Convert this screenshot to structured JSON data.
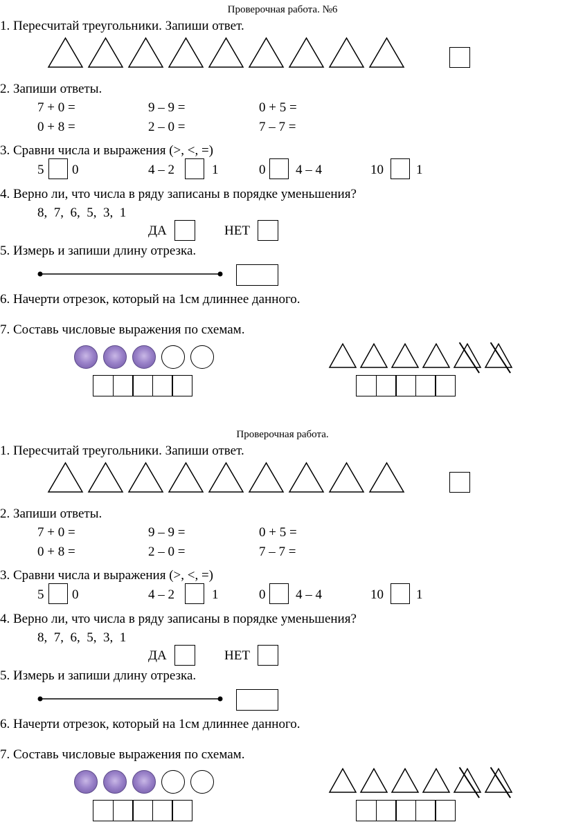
{
  "worksheets": [
    {
      "title": "Проверочная работа. №6",
      "q1": "1. Пересчитай треугольники. Запиши ответ.",
      "q2": "2. Запиши ответы.",
      "q2_items": [
        "7 + 0 =",
        "9 – 9 =",
        "0 + 5 =",
        "0 + 8 =",
        "2 – 0 =",
        "7 – 7 ="
      ],
      "q3": "3. Сравни числа и выражения (>, <, =)",
      "q3_items": [
        {
          "left": "5",
          "right": "0"
        },
        {
          "left": "4 – 2",
          "right": "1"
        },
        {
          "left": "0",
          "right": "4 – 4"
        },
        {
          "left": "10",
          "right": "1"
        }
      ],
      "q4": "4. Верно ли, что числа в ряду записаны в порядке уменьшения?",
      "q4_sequence": "8,  7,  6,  5,  3,  1",
      "yes": "ДА",
      "no": "НЕТ",
      "q5": "5. Измерь и запиши длину отрезка.",
      "q6": "6. Начерти отрезок, который на 1см длиннее данного.",
      "q7": "7. Составь числовые выражения по схемам."
    },
    {
      "title": "Проверочная работа.",
      "q1": "1. Пересчитай треугольники. Запиши ответ.",
      "q2": "2. Запиши ответы.",
      "q2_items": [
        "7 + 0 =",
        "9 – 9 =",
        "0 + 5 =",
        "0 + 8 =",
        "2 – 0 =",
        "7 – 7 ="
      ],
      "q3": "3. Сравни числа и выражения (>, <, =)",
      "q3_items": [
        {
          "left": "5",
          "right": "0"
        },
        {
          "left": "4 – 2",
          "right": "1"
        },
        {
          "left": "0",
          "right": "4 – 4"
        },
        {
          "left": "10",
          "right": "1"
        }
      ],
      "q4": "4. Верно ли, что числа в ряду записаны в порядке уменьшения?",
      "q4_sequence": "8,  7,  6,  5,  3,  1",
      "yes": "ДА",
      "no": "НЕТ",
      "q5": "5. Измерь и запиши длину отрезка.",
      "q6": "6. Начерти отрезок, который на 1см длиннее данного.",
      "q7": "7. Составь числовые выражения по схемам."
    }
  ],
  "counts": {
    "q1_triangles": 9,
    "q7_filled_circles": 3,
    "q7_empty_circles": 2,
    "q7_triangles": 6,
    "q7_crossed_triangles": 2,
    "q7_answer_cells": 5
  },
  "colors": {
    "filled_circle": "#8e76c2"
  }
}
